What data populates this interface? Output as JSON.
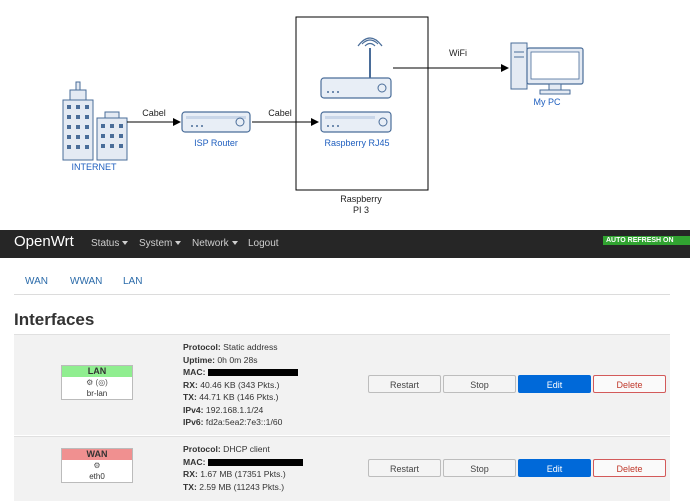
{
  "diagram": {
    "internet": "INTERNET",
    "cable1": "Cabel",
    "isp_router": "ISP Router",
    "cable2": "Cabel",
    "raspberry_rj45": "Raspberry RJ45",
    "wifi": "WiFi",
    "my_pc": "My PC",
    "raspberry_line1": "Raspberry",
    "raspberry_line2": "PI 3"
  },
  "header": {
    "brand": "OpenWrt",
    "nav": [
      {
        "label": "Status"
      },
      {
        "label": "System"
      },
      {
        "label": "Network"
      },
      {
        "label": "Logout"
      }
    ],
    "auto_refresh": "AUTO REFRESH ON"
  },
  "tabs": [
    {
      "label": "WAN"
    },
    {
      "label": "WWAN"
    },
    {
      "label": "LAN"
    }
  ],
  "page_title": "Interfaces",
  "interfaces": [
    {
      "name": "LAN",
      "icons": "⚙ (◎)",
      "device": "br-lan",
      "info": [
        {
          "k": "Protocol:",
          "v": " Static address"
        },
        {
          "k": "Uptime:",
          "v": " 0h 0m 28s"
        },
        {
          "k": "MAC:",
          "v": ""
        },
        {
          "k": "RX:",
          "v": " 40.46 KB (343 Pkts.)"
        },
        {
          "k": "TX:",
          "v": " 44.71 KB (146 Pkts.)"
        },
        {
          "k": "IPv4:",
          "v": " 192.168.1.1/24"
        },
        {
          "k": "IPv6:",
          "v": " fd2a:5ea2:7e3::1/60"
        }
      ],
      "buttons": {
        "restart": "Restart",
        "stop": "Stop",
        "edit": "Edit",
        "delete": "Delete"
      }
    },
    {
      "name": "WAN",
      "icons": "⚙",
      "device": "eth0",
      "info": [
        {
          "k": "Protocol:",
          "v": " DHCP client"
        },
        {
          "k": "MAC:",
          "v": ""
        },
        {
          "k": "RX:",
          "v": " 1.67 MB (17351 Pkts.)"
        },
        {
          "k": "TX:",
          "v": " 2.59 MB (11243 Pkts.)"
        }
      ],
      "buttons": {
        "restart": "Restart",
        "stop": "Stop",
        "edit": "Edit",
        "delete": "Delete"
      }
    }
  ],
  "colors": {
    "topbar": "#262626",
    "auto_refresh": "#31a331",
    "lan_header": "#90ee90",
    "wan_header": "#f09090",
    "edit_button": "#0069d9",
    "delete_text": "#c0392b",
    "diagram_blue": "#1f5fbf"
  }
}
